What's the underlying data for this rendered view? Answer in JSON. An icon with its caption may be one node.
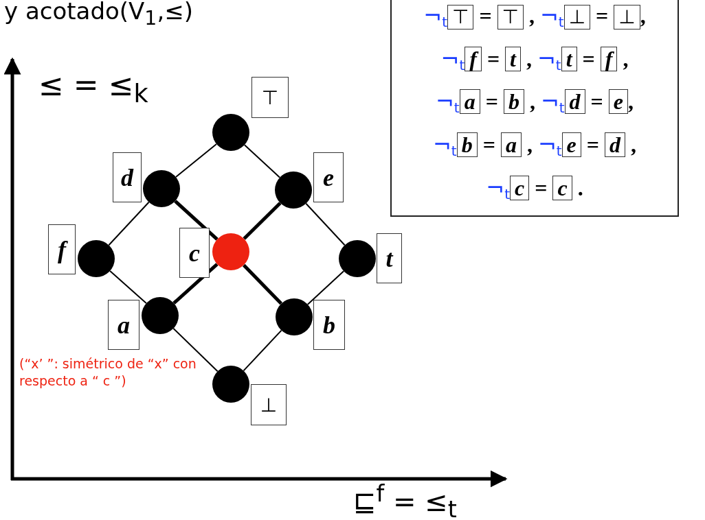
{
  "diagram": {
    "nodes": [
      {
        "text": [],
        "shape": "circle",
        "beside": [
          "⊤"
        ]
      },
      {
        "text": [],
        "shape": "circle",
        "beside": [
          "d"
        ]
      },
      {
        "text": [],
        "shape": "circle",
        "beside": [
          "e"
        ]
      },
      {
        "text": [],
        "shape": "circle",
        "beside": [
          "f"
        ]
      },
      {
        "text": [],
        "shape": "circle",
        "beside": [
          "c"
        ]
      },
      {
        "text": [],
        "shape": "circle",
        "beside": [
          "t"
        ]
      },
      {
        "text": [],
        "shape": "circle",
        "beside": [
          "a"
        ]
      },
      {
        "text": [],
        "shape": "circle",
        "beside": [
          "b"
        ]
      },
      {
        "text": [],
        "shape": "circle",
        "beside": [
          "⊥"
        ]
      },
      {
        "text": [
          "¬$_{t}$⊤ = ⊤ , ¬$_{t}$⊥ = ⊥,",
          "¬$_{t}$f = t , ¬$_{t}$t = f ,",
          "¬$_{t}$a = b , ¬$_{t}$d = e,",
          "¬$_{t}$b = a , ¬$_{t}$e = d ,",
          "¬$_{t}$c = c ."
        ]
      }
    ],
    "edges": [
      {
        "from": 0,
        "to": 1,
        "arrow": "none"
      },
      {
        "from": 0,
        "to": 2,
        "arrow": "none"
      },
      {
        "from": 1,
        "to": 3,
        "arrow": "none"
      },
      {
        "from": 1,
        "to": 4,
        "arrow": "none",
        "style": "thick"
      },
      {
        "from": 2,
        "to": 4,
        "arrow": "none",
        "style": "thick"
      },
      {
        "from": 2,
        "to": 5,
        "arrow": "none"
      },
      {
        "from": 3,
        "to": 6,
        "arrow": "none"
      },
      {
        "from": 4,
        "to": 6,
        "arrow": "none",
        "style": "thick"
      },
      {
        "from": 4,
        "to": 7,
        "arrow": "none",
        "style": "thick"
      },
      {
        "from": 5,
        "to": 7,
        "arrow": "none"
      },
      {
        "from": 6,
        "to": 8,
        "arrow": "none"
      },
      {
        "from": 7,
        "to": 8,
        "arrow": "none"
      }
    ],
    "labels": [
      "y acotado(V$_{1}$,≤)",
      "≤ = ≤$_{k}$",
      "(“x’ ”: simétrico de “x” con respecto a “ c ”)",
      "⊑$^{f}$ = ≤$_{t}$"
    ]
  }
}
